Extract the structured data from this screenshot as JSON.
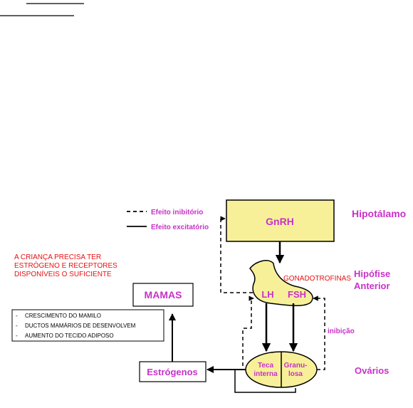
{
  "legend": {
    "inhibitory": "Efeito inibitório",
    "excitatory": "Efeito excitatório"
  },
  "nodes": {
    "gnrh": "GnRH",
    "lh": "LH",
    "fsh": "FSH",
    "teca": [
      "Teca",
      "interna"
    ],
    "granulosa": [
      "Granu-",
      "losa"
    ],
    "mamas": "MAMAS",
    "estrogenos": "Estrógenos"
  },
  "levels": {
    "hipotalamo": "Hipotálamo",
    "hipofise": [
      "Hipófise",
      "Anterior"
    ],
    "ovarios": "Ovários"
  },
  "labels": {
    "gonadotrofinas": "GONADOTROFINAS",
    "inibicao": "inibição"
  },
  "note": [
    "A CRIANÇA PRECISA TER",
    "ESTRÓGENO E RECEPTORES",
    "DISPONÍVEIS O SUFICIENTE"
  ],
  "effects": [
    "CRESCIMENTO DO MAMILO",
    "DUCTOS MAMÁRIOS DE DESENVOLVEM",
    "AUMENTO DO TECIDO ADIPOSO"
  ],
  "colors": {
    "accent": "#c831c8",
    "note": "#e81010",
    "box_fill": "#f7f099"
  }
}
